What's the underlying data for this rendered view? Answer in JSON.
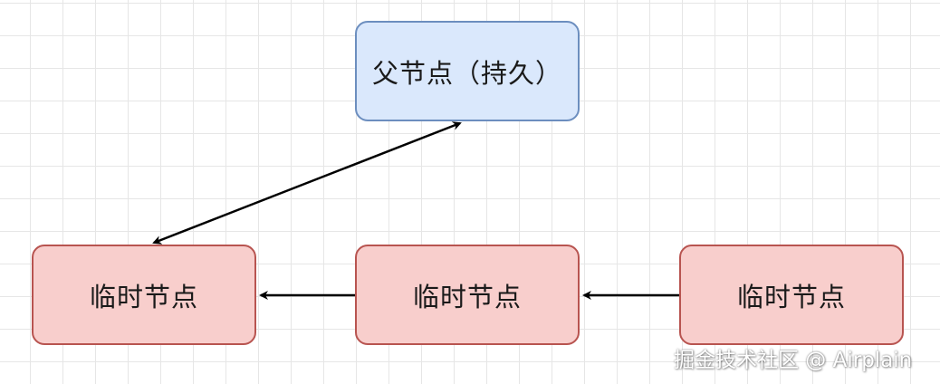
{
  "diagram": {
    "nodes": {
      "parent": {
        "label": "父节点（持久）"
      },
      "temp_left": {
        "label": "临时节点"
      },
      "temp_middle": {
        "label": "临时节点"
      },
      "temp_right": {
        "label": "临时节点"
      }
    },
    "edges": [
      {
        "from": "temp_left",
        "to": "parent",
        "bidirectional": true
      },
      {
        "from": "temp_middle",
        "to": "temp_left",
        "bidirectional": false
      },
      {
        "from": "temp_right",
        "to": "temp_middle",
        "bidirectional": false
      }
    ],
    "colors": {
      "parent_fill": "#dae8fc",
      "parent_stroke": "#6c8ebf",
      "temp_fill": "#f8cecc",
      "temp_stroke": "#b85450",
      "arrow": "#000000",
      "grid": "#e6e6e6"
    }
  },
  "watermark": {
    "text": "掘金技术社区 @ Airplain"
  }
}
